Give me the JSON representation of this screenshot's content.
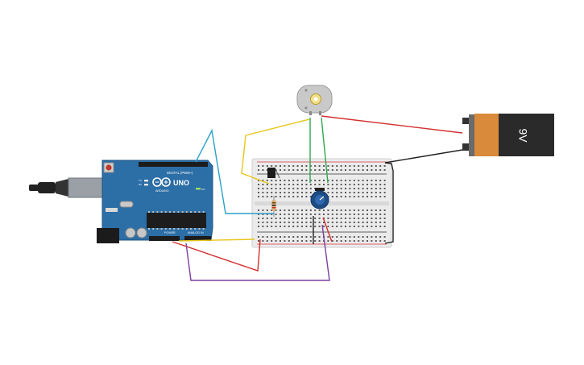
{
  "battery": {
    "voltage_label": "9V"
  },
  "arduino": {
    "brand_label": "ARDUINO",
    "model_label": "UNO",
    "digital_header_label": "DIGITAL (PWM~)",
    "power_label": "POWER",
    "analog_label": "ANALOG IN",
    "tx_label": "TX",
    "rx_label": "RX",
    "on_label": "ON"
  },
  "colors": {
    "board_blue": "#2c6ea6",
    "breadboard": "#e9e9e9",
    "wire_red": "#d32f2f",
    "wire_black": "#222222",
    "wire_yellow": "#e8c51a",
    "wire_green": "#2fa84f",
    "wire_blue": "#2aa0c8",
    "wire_purple": "#7b3fa0",
    "battery_orange": "#d98a3a"
  }
}
